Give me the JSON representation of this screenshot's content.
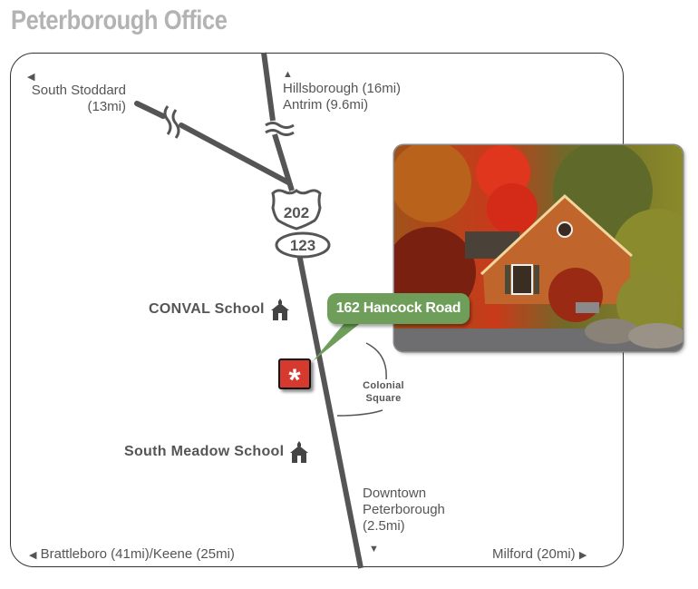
{
  "title": "Peterborough Office",
  "destinations": {
    "north_west": {
      "name": "South Stoddard",
      "distance": "(13mi)",
      "arrow": "◀"
    },
    "north": {
      "line1": "Hillsborough (16mi)",
      "line2": "Antrim (9.6mi)",
      "arrow": "▲"
    },
    "south": {
      "line1": "Downtown",
      "line2": "Peterborough",
      "line3": "(2.5mi)",
      "arrow": "▼"
    },
    "west": {
      "label": "Brattleboro (41mi)/Keene (25mi)",
      "arrow": "◀"
    },
    "east": {
      "label": "Milford (20mi)",
      "arrow": "▶"
    }
  },
  "route_shields": {
    "us_route": "202",
    "state_route": "123"
  },
  "landmarks": {
    "conval": "CONVAL School",
    "south_meadow": "South Meadow School",
    "colonial_line1": "Colonial",
    "colonial_line2": "Square"
  },
  "office_marker": {
    "symbol": "*",
    "address": "162 Hancock Road",
    "color": "#d63a2f"
  },
  "callout_color": "#6e9e5a",
  "photo": {
    "description": "Brick house with autumn foliage"
  }
}
